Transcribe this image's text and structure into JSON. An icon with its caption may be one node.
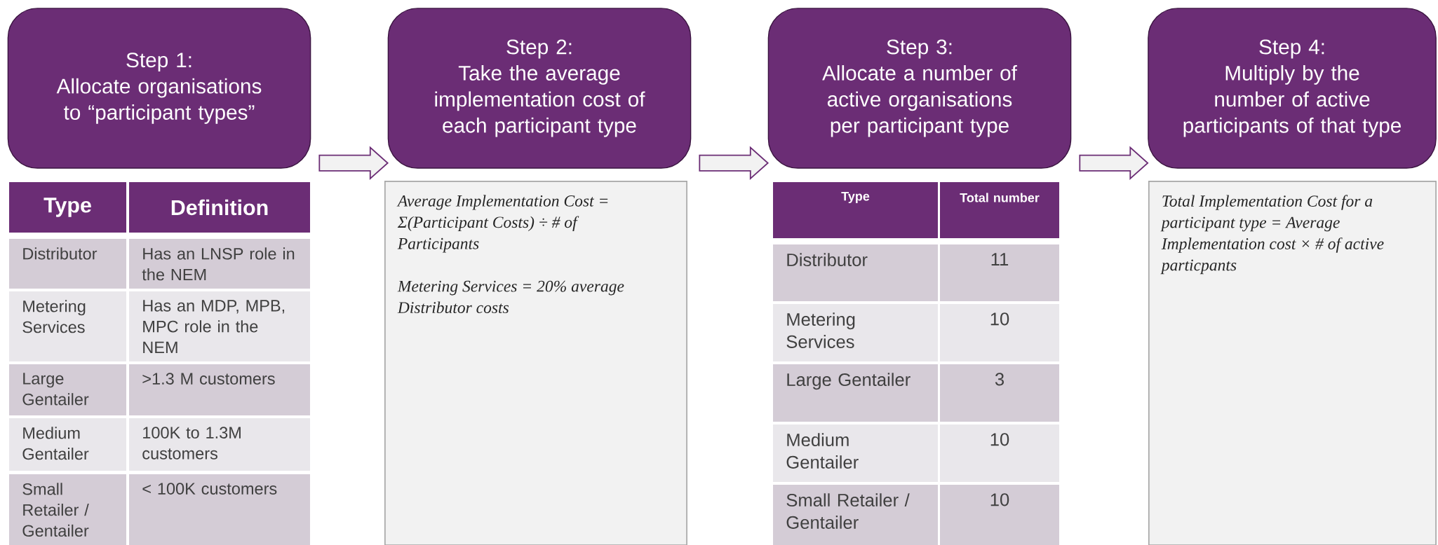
{
  "diagram": {
    "nodes": [
      {
        "text": [
          "Step 1:",
          "Allocate organisations to “participant types”"
        ]
      },
      {
        "text": [
          "Step 2:",
          "Take the average implementation cost of each participant type"
        ]
      },
      {
        "text": [
          "Step 3:",
          "Allocate a number of active organisations per participant type"
        ]
      },
      {
        "text": [
          "Step 4:",
          "Multiply by the number of active participants of that type"
        ]
      },
      {
        "text": [
          "Average Implementation Cost = Σ(Participant Costs) ÷ # of Participants",
          "Metering Services = 20% average Distributor costs"
        ]
      },
      {
        "text": [
          "Total Implementation Cost for a participant type = Average Implementation cost × # of active particpants"
        ]
      }
    ],
    "edges": [
      {
        "from": 0,
        "to": 1,
        "arrow": "to"
      },
      {
        "from": 1,
        "to": 2,
        "arrow": "to"
      },
      {
        "from": 2,
        "to": 3,
        "arrow": "to"
      }
    ],
    "labels": [
      "Type",
      "Definition",
      "Distributor",
      "Has an LNSP role in the NEM",
      "Metering Services",
      "Has an MDP, MPB, MPC role in the NEM",
      "Large Gentailer",
      ">1.3 M customers",
      "Medium Gentailer",
      "100K to 1.3M customers",
      "Small Retailer / Gentailer",
      "< 100K customers",
      "Type",
      "Total number",
      "Distributor",
      "11",
      "Metering Services",
      "10",
      "Large Gentailer",
      "3",
      "Medium Gentailer",
      "10",
      "Small Retailer / Gentailer",
      "10"
    ]
  }
}
